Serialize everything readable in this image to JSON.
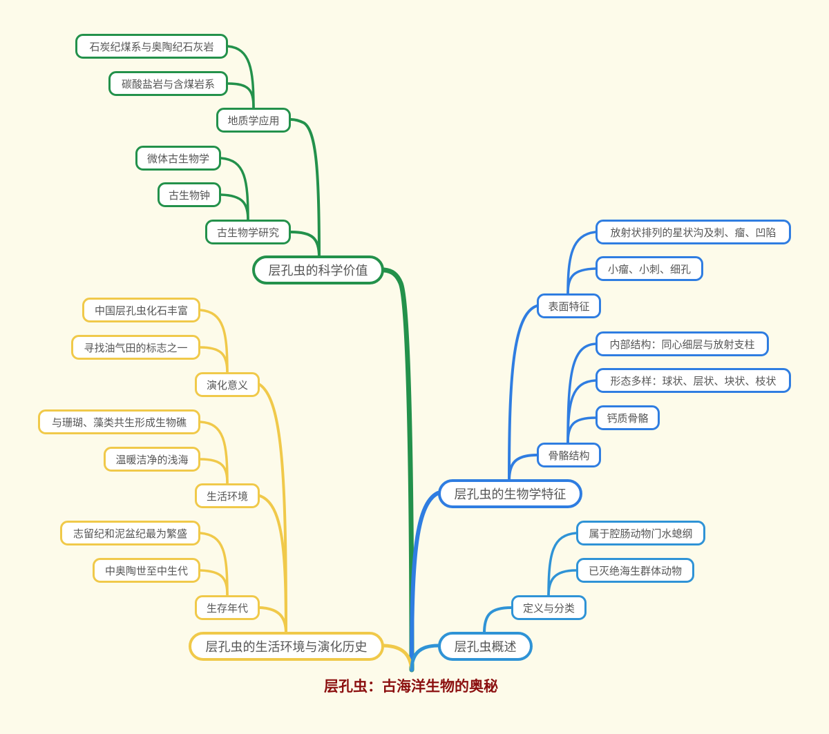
{
  "root": {
    "title": "层孔虫：古海洋生物的奥秘",
    "color": "#8b0f0f"
  },
  "colors": {
    "background": "#fdfbea",
    "scientific_value": "#23914b",
    "biological_features": "#2f7de1",
    "overview": "#2f93d6",
    "environment_history": "#f0c94a"
  },
  "branches": {
    "scientific_value": {
      "label": "层孔虫的科学价值",
      "children": [
        {
          "label": "地质学应用",
          "children": [
            "石炭纪煤系与奥陶纪石灰岩",
            "碳酸盐岩与含煤岩系"
          ]
        },
        {
          "label": "古生物学研究",
          "children": [
            "微体古生物学",
            "古生物钟"
          ]
        }
      ]
    },
    "biological_features": {
      "label": "层孔虫的生物学特征",
      "children": [
        {
          "label": "表面特征",
          "children": [
            "放射状排列的星状沟及刺、瘤、凹陷",
            "小瘤、小刺、细孔"
          ]
        },
        {
          "label": "骨骼结构",
          "children": [
            "内部结构：同心细层与放射支柱",
            "形态多样：球状、层状、块状、枝状",
            "钙质骨骼"
          ]
        }
      ]
    },
    "overview": {
      "label": "层孔虫概述",
      "children": [
        {
          "label": "定义与分类",
          "children": [
            "属于腔肠动物门水螅纲",
            "已灭绝海生群体动物"
          ]
        }
      ]
    },
    "environment_history": {
      "label": "层孔虫的生活环境与演化历史",
      "children": [
        {
          "label": "演化意义",
          "children": [
            "中国层孔虫化石丰富",
            "寻找油气田的标志之一"
          ]
        },
        {
          "label": "生活环境",
          "children": [
            "与珊瑚、藻类共生形成生物礁",
            "温暖洁净的浅海"
          ]
        },
        {
          "label": "生存年代",
          "children": [
            "志留纪和泥盆纪最为繁盛",
            "中奥陶世至中生代"
          ]
        }
      ]
    }
  }
}
